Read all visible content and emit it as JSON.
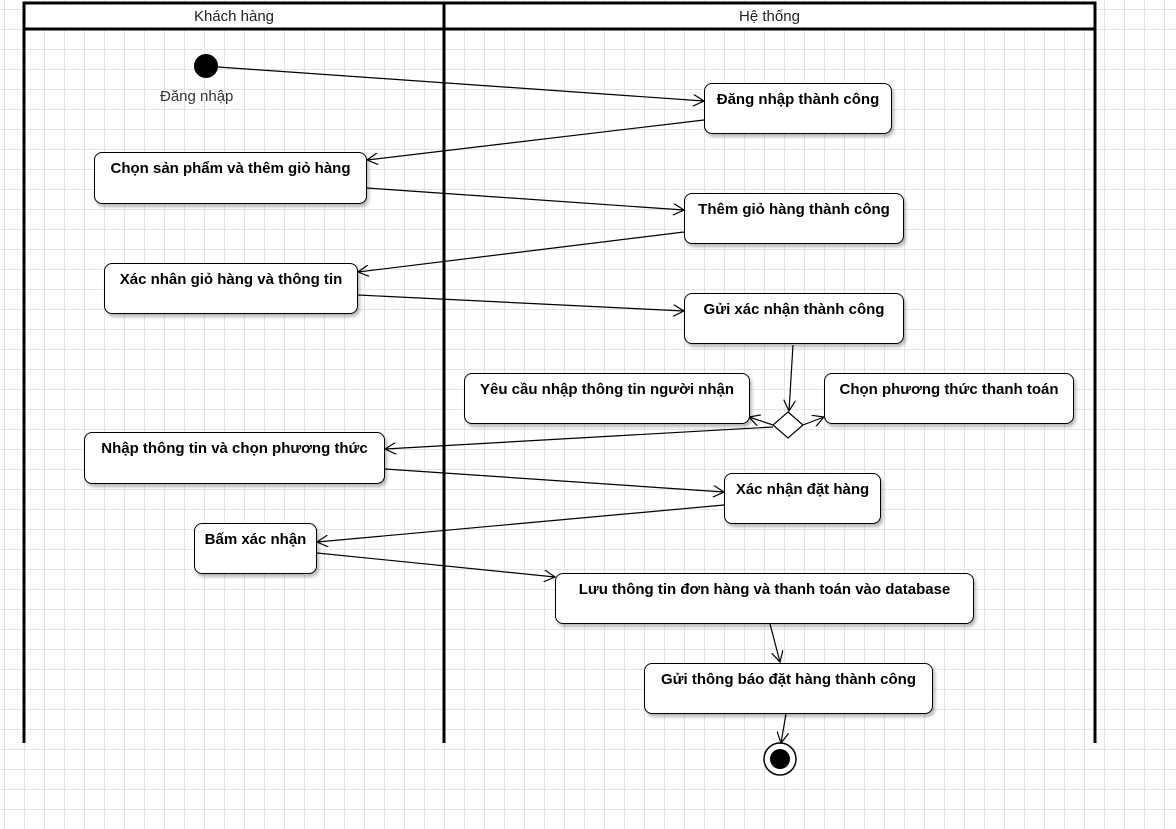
{
  "lanes": {
    "customer": "Khách hàng",
    "system": "Hệ thống"
  },
  "start_label": "Đăng nhập",
  "nodes": {
    "login_success": "Đăng nhập thành công",
    "choose_product": "Chọn sản phẩm và thêm giỏ hàng",
    "add_cart_success": "Thêm giỏ hàng thành công",
    "confirm_cart": "Xác nhân giỏ hàng và thông tin",
    "send_confirm_success": "Gửi xác nhận thành công",
    "request_recipient": "Yêu cầu nhập thông tin người nhận",
    "choose_payment": "Chọn phương thức thanh toán",
    "enter_info": "Nhập thông tin và chọn phương thức",
    "confirm_order": "Xác nhận đặt hàng",
    "press_confirm": "Bấm xác nhận",
    "save_order": "Lưu thông tin đơn hàng  và thanh toán vào database",
    "send_notification": "Gửi thông báo đặt hàng thành công"
  }
}
